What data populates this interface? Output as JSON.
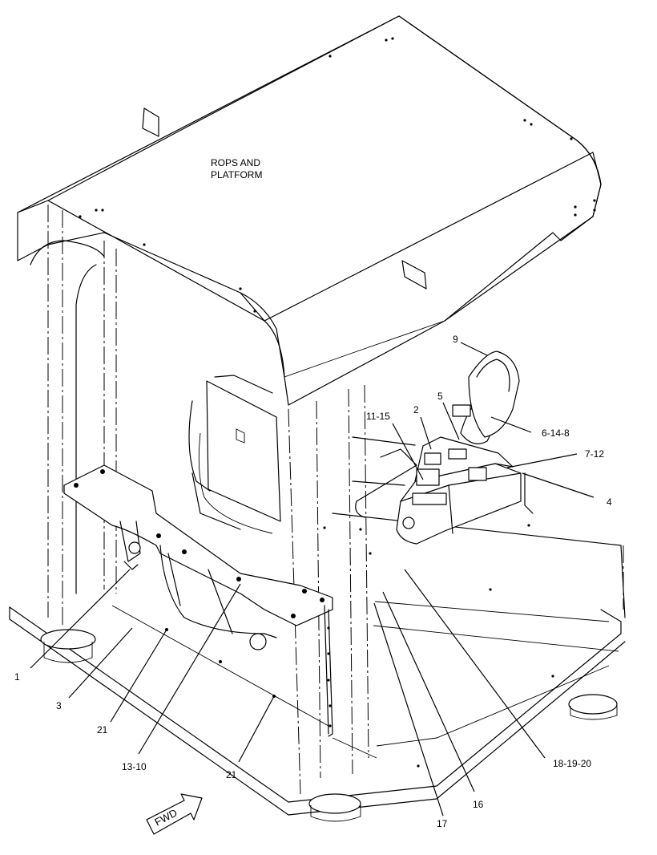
{
  "diagram": {
    "title_lines": [
      "ROPS AND",
      "PLATFORM"
    ],
    "direction_label": "FWD",
    "callouts": [
      {
        "id": "c1",
        "label": "1"
      },
      {
        "id": "c3",
        "label": "3"
      },
      {
        "id": "c21a",
        "label": "21"
      },
      {
        "id": "c13",
        "label": "13-10"
      },
      {
        "id": "c21b",
        "label": "21"
      },
      {
        "id": "c17",
        "label": "17"
      },
      {
        "id": "c16",
        "label": "16"
      },
      {
        "id": "c18",
        "label": "18-19-20"
      },
      {
        "id": "c4",
        "label": "4"
      },
      {
        "id": "c712",
        "label": "7-12"
      },
      {
        "id": "c6148",
        "label": "6-14-8"
      },
      {
        "id": "c9",
        "label": "9"
      },
      {
        "id": "c5",
        "label": "5"
      },
      {
        "id": "c2",
        "label": "2"
      },
      {
        "id": "c1115",
        "label": "11-15"
      }
    ]
  }
}
